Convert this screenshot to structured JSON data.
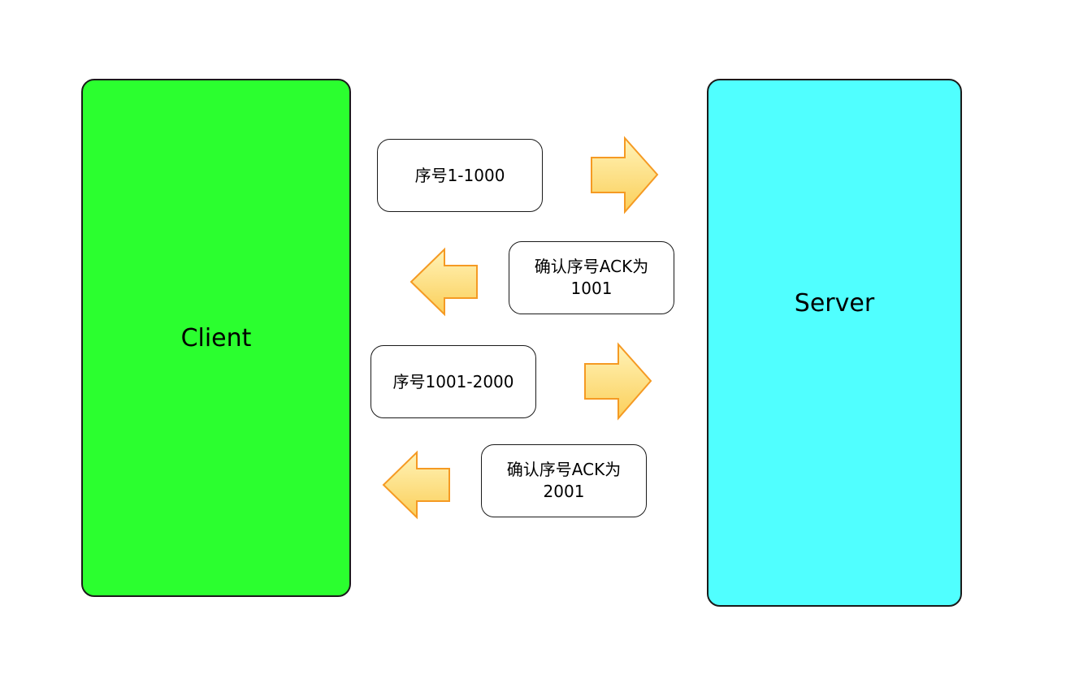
{
  "client": {
    "label": "Client",
    "color": "#2bff2f"
  },
  "server": {
    "label": "Server",
    "color": "#50ffff"
  },
  "messages": [
    {
      "text": "序号1-1000",
      "direction": "right"
    },
    {
      "text": "确认序号ACK为\n1001",
      "direction": "left"
    },
    {
      "text": "序号1001-2000",
      "direction": "right"
    },
    {
      "text": "确认序号ACK为\n2001",
      "direction": "left"
    }
  ],
  "arrow_style": {
    "fill_light": "#fff3b8",
    "fill_dark": "#fbcf5a",
    "stroke": "#f59a23"
  }
}
